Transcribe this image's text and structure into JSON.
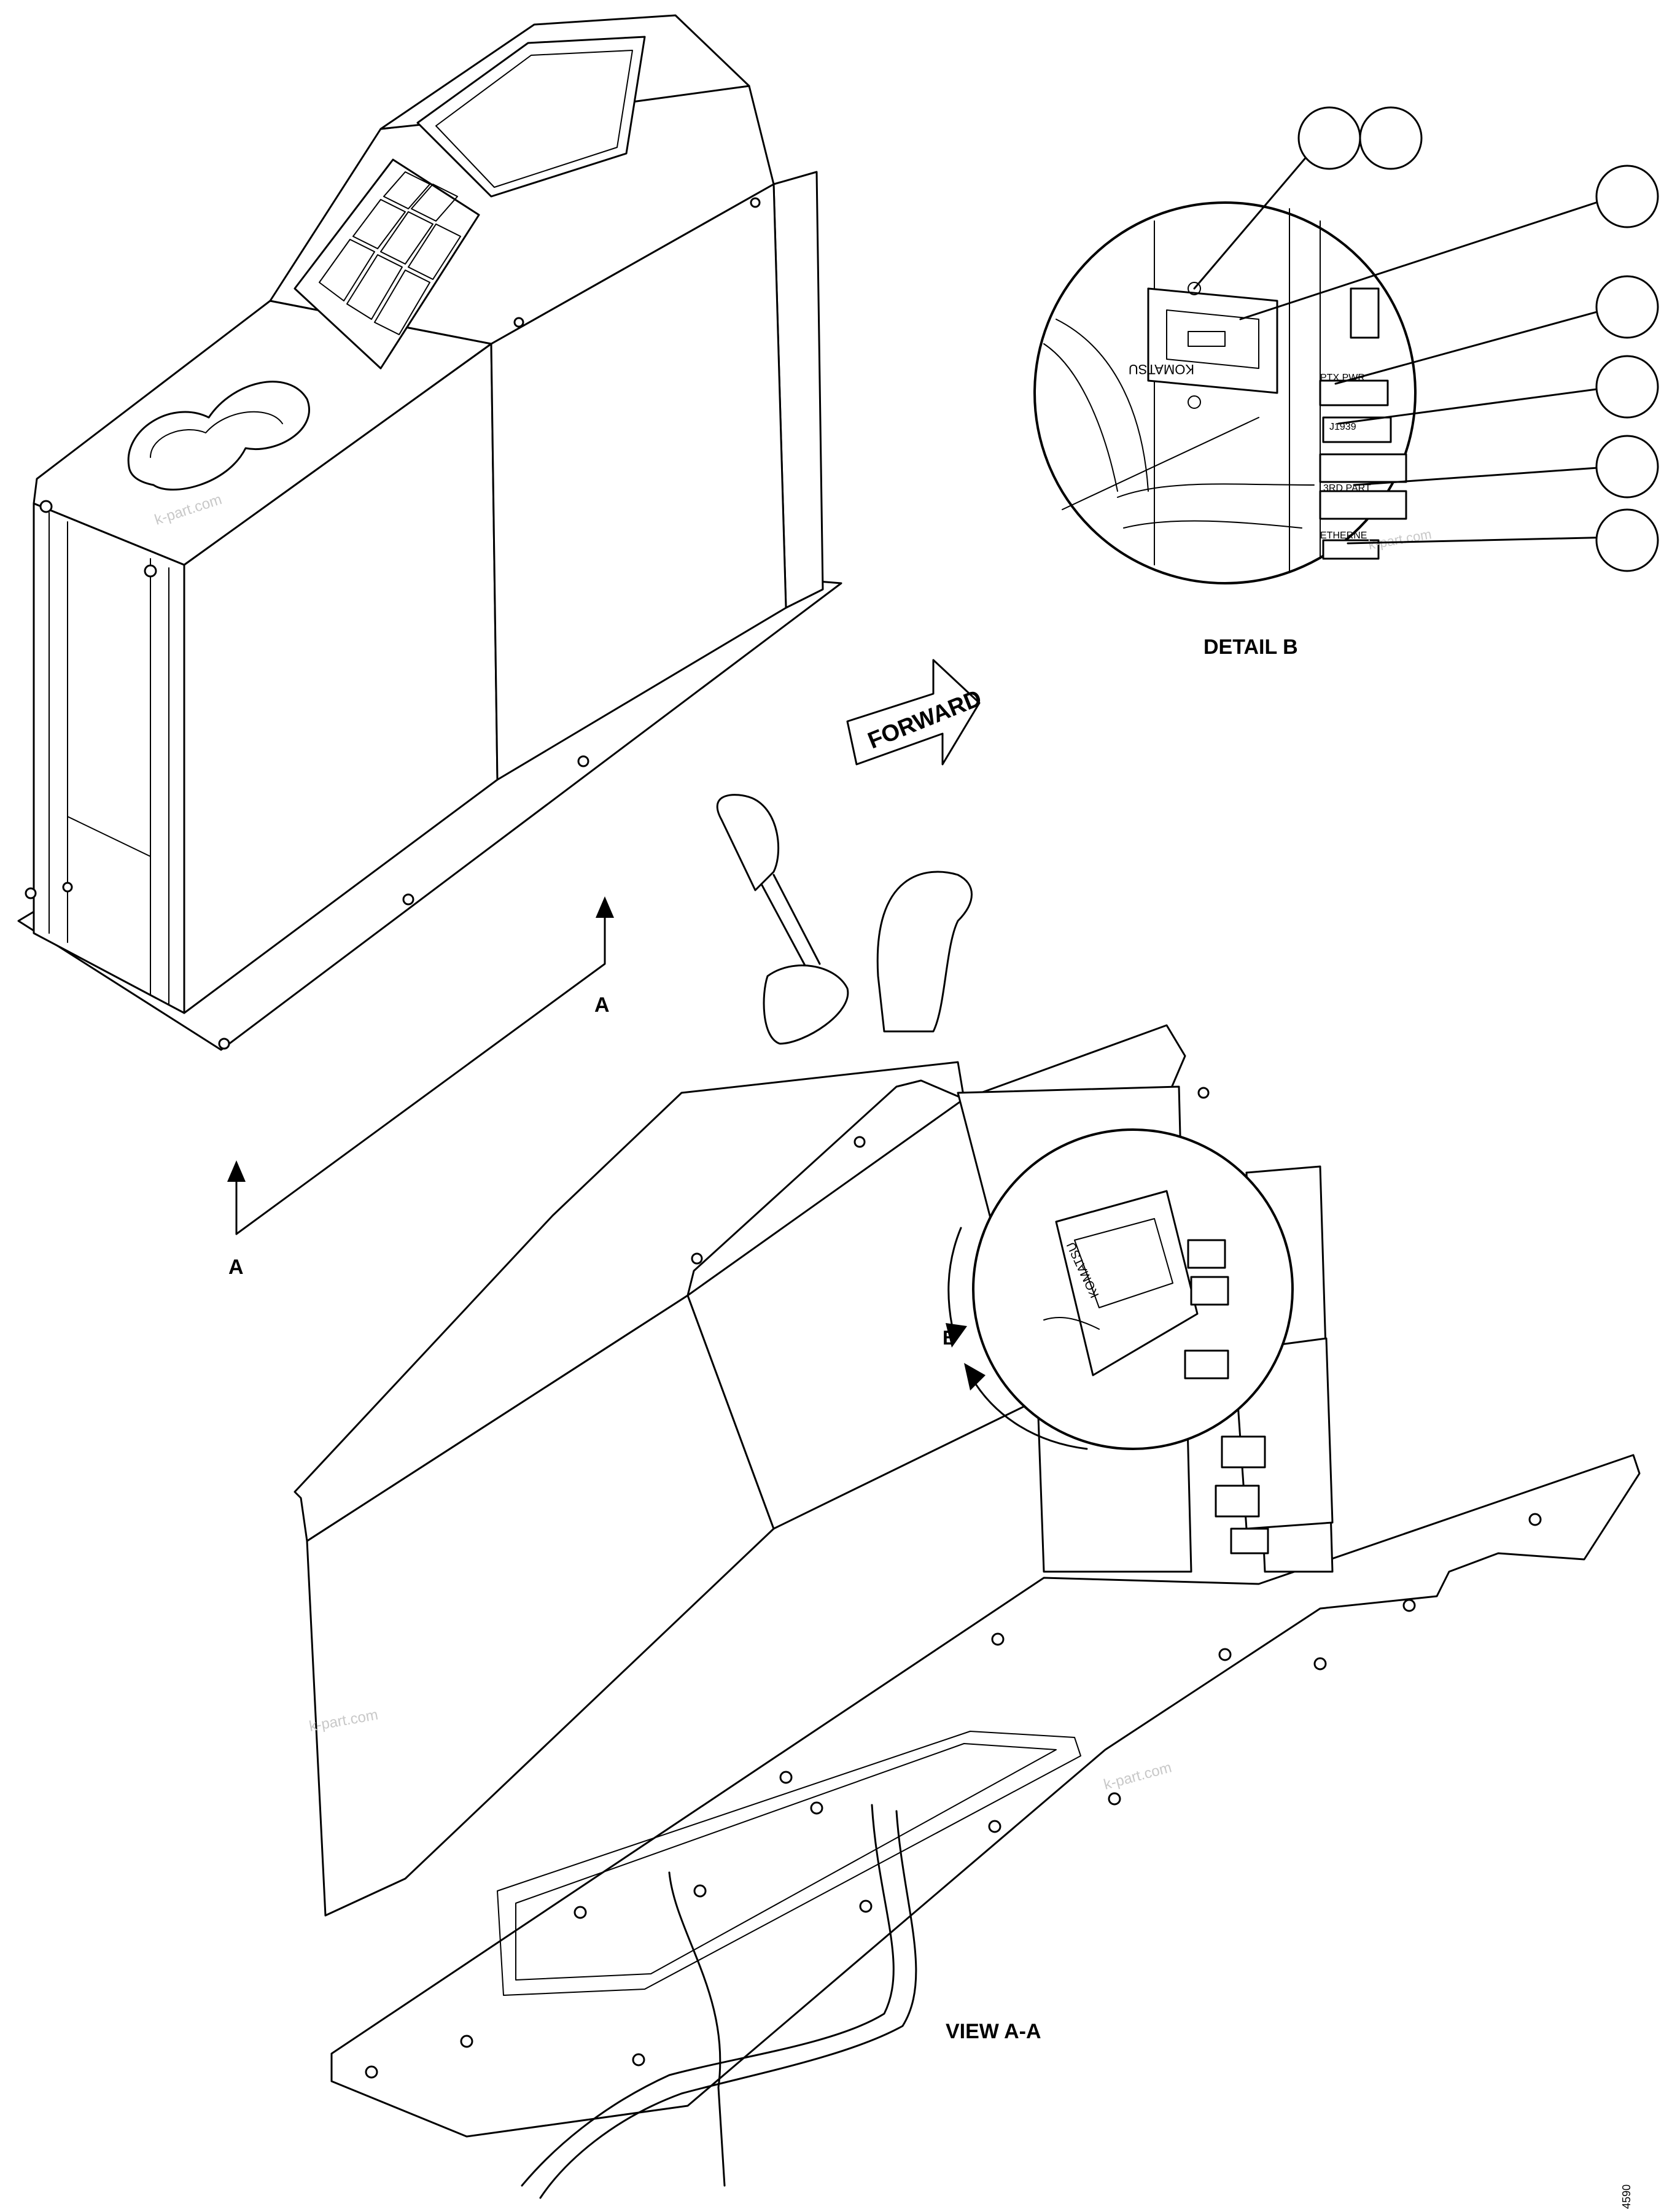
{
  "labels": {
    "detail_b": "DETAIL B",
    "view_aa": "VIEW A-A",
    "section_a_upper": "A",
    "section_a_lower": "A",
    "detail_callout_b": "B",
    "forward": "FORWARD",
    "drawing_number": "4590"
  },
  "connector_labels": {
    "ptx_pwr": "PTX PWR",
    "j1939": "J1939",
    "third_party": "3RD PART",
    "ethernet": "ETHERNE"
  },
  "monitor_brand": "KOMATSU",
  "watermark": "k-part.com",
  "callouts": [
    "",
    "",
    "",
    "",
    "",
    "",
    ""
  ]
}
